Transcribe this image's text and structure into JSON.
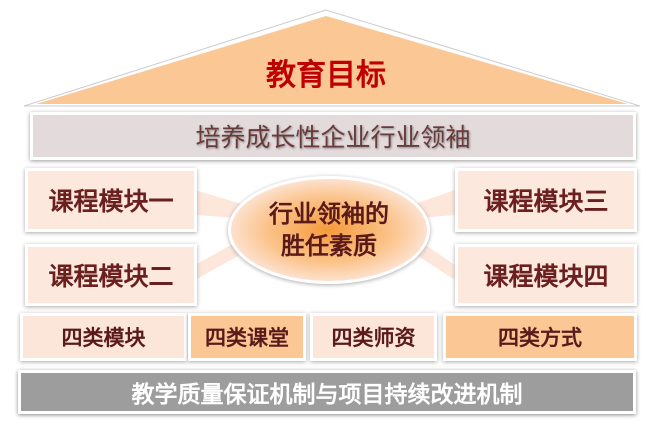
{
  "roof": {
    "title": "教育目标"
  },
  "banner": "培养成长性企业行业领袖",
  "center": {
    "line1": "行业领袖的",
    "line2": "胜任素质"
  },
  "modules": [
    "课程模块一",
    "课程模块二",
    "课程模块三",
    "课程模块四"
  ],
  "categories": [
    "四类模块",
    "四类课堂",
    "四类师资",
    "四类方式"
  ],
  "foundation": "教学质量保证机制与项目持续改进机制",
  "colors": {
    "roof": "#fbc795",
    "title": "#c00000",
    "banner": "#e3dadc",
    "foundation": "#9d9d9d"
  }
}
